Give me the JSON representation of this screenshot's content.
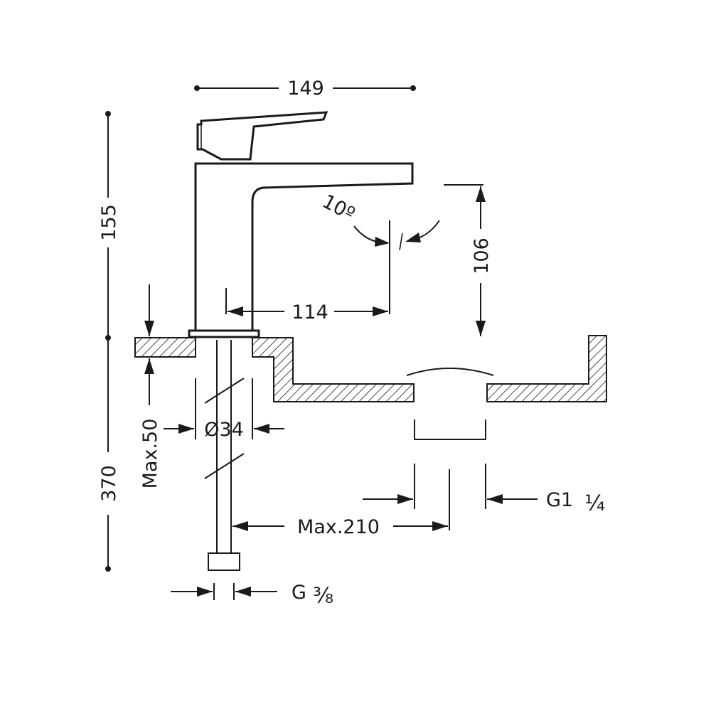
{
  "diagram": {
    "dimensions": {
      "overall_width": "149",
      "spout_height": "155",
      "swivel_angle": "10º",
      "outlet_height": "106",
      "spout_reach": "114",
      "below_deck_length": "370",
      "max_deck_thickness": "Max.50",
      "hole_diameter": "Ø34",
      "max_drain_distance": "Max.210",
      "drain_thread": "G1",
      "drain_thread_fraction": "¼",
      "supply_thread": "G",
      "supply_thread_fraction": "⅜"
    }
  }
}
